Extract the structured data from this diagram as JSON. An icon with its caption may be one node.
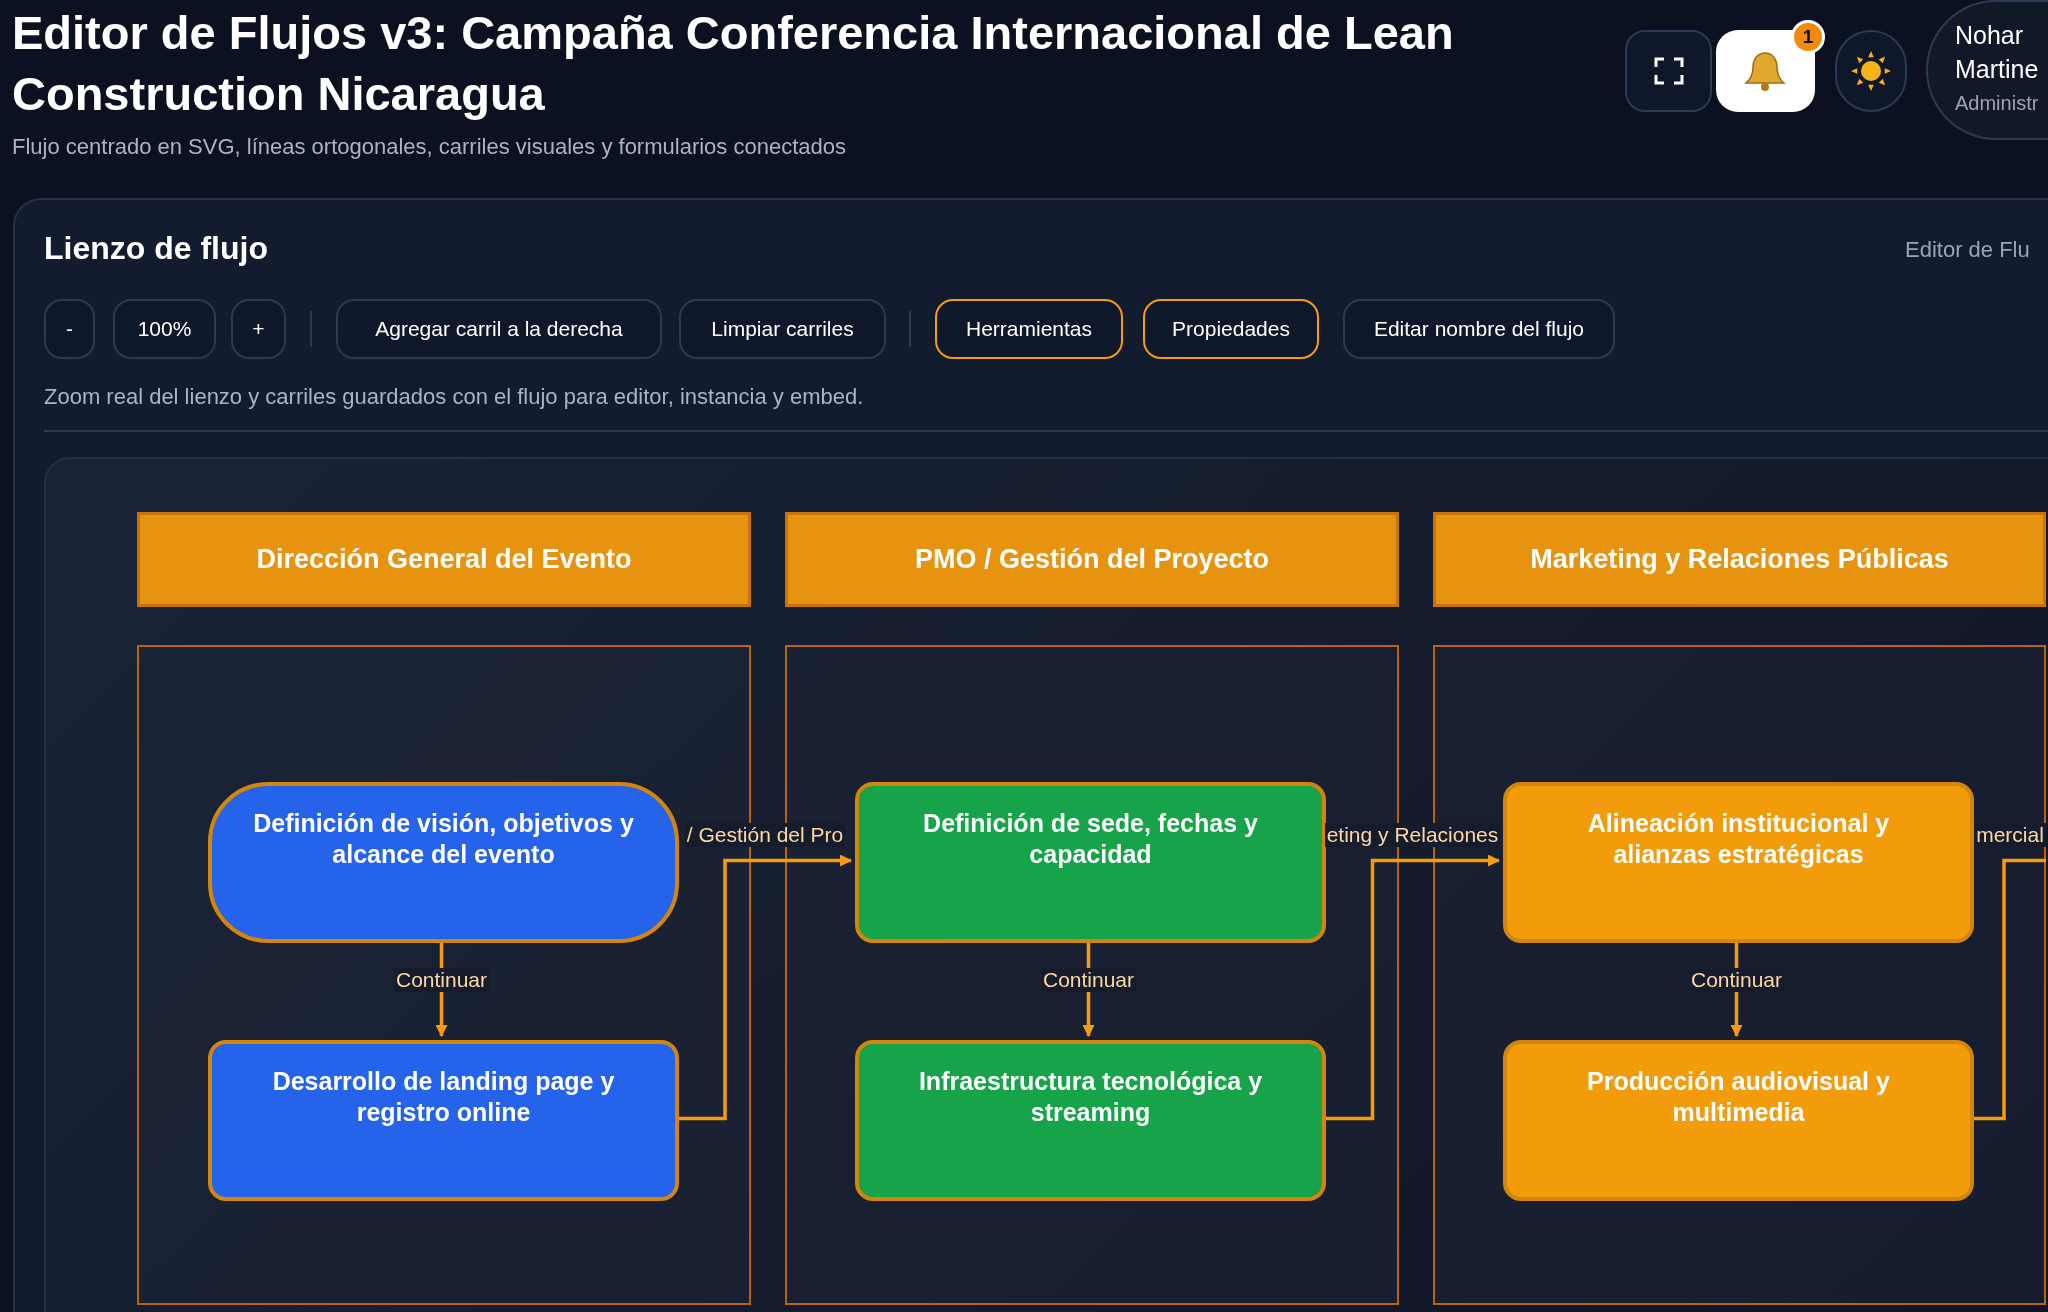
{
  "diagram": {
    "title": "Editor de Flujos v3: Campaña Conferencia Internacional de Lean Construction Nicaragua",
    "nodes": [
      {
        "text": [
          "Dirección General del Evento"
        ]
      },
      {
        "text": [
          "PMO / Gestión del Proyecto"
        ]
      },
      {
        "text": [
          "Marketing y Relaciones Públicas"
        ]
      },
      {
        "text": [],
        "shape": "box"
      },
      {
        "text": [
          "Definición de visión, objetivos y alcance del evento"
        ],
        "in": 3
      },
      {
        "text": [
          "Desarrollo de landing page y registro online"
        ],
        "in": 3
      },
      {
        "text": [],
        "shape": "box"
      },
      {
        "text": [
          "Definición de sede, fechas y capacidad"
        ],
        "in": 6
      },
      {
        "text": [
          "Infraestructura tecnológica y streaming"
        ],
        "in": 6
      },
      {
        "text": [],
        "shape": "box"
      },
      {
        "text": [
          "Alineación institucional y alianzas estratégicas"
        ],
        "in": 9
      },
      {
        "text": [
          "Producción audiovisual y multimedia"
        ],
        "in": 9
      }
    ],
    "edges": [
      {
        "from": 4,
        "to": 5,
        "arrow": "to",
        "label": "Continuar"
      },
      {
        "from": 5,
        "to": 7,
        "arrow": "to",
        "label": "/ Gestión del Pro"
      },
      {
        "from": 7,
        "to": 8,
        "arrow": "to",
        "label": "Continuar"
      },
      {
        "from": 8,
        "to": 10,
        "arrow": "to",
        "label": "eting y Relaciones"
      },
      {
        "from": 10,
        "to": 11,
        "arrow": "to",
        "label": "Continuar"
      },
      {
        "from": 11,
        "to": null,
        "arrow": "none",
        "label": "mercial"
      }
    ],
    "labels": [
      "Flujo centrado en SVG, líneas ortogonales, carriles visuales y formularios conectados",
      "1",
      "Nohar Martine",
      "Administr",
      "Lienzo de flujo",
      "Editor de Flu",
      "-",
      "100%",
      "+",
      "Agregar carril a la derecha",
      "Limpiar carriles",
      "Herramientas",
      "Propiedades",
      "Editar nombre del flujo",
      "Zoom real del lienzo y carriles guardados con el flujo para editor, instancia y embed."
    ]
  }
}
